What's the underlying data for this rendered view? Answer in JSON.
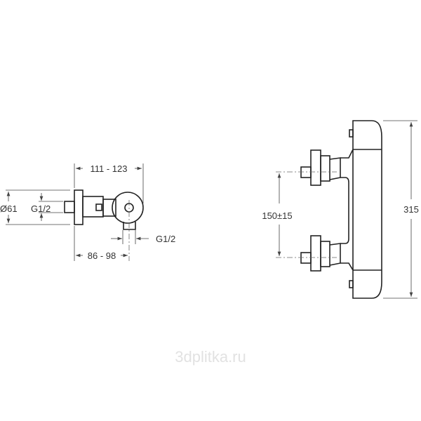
{
  "side_view": {
    "dim_length": "111 - 123",
    "dim_diameter": "Ø61",
    "dim_inlet_thread": "G1/2",
    "dim_outlet_thread": "G1/2",
    "dim_outlet_offset": "86 - 98"
  },
  "front_view": {
    "dim_inlet_spacing": "150±15",
    "dim_height": "315"
  },
  "watermark": "3dplitka.ru"
}
